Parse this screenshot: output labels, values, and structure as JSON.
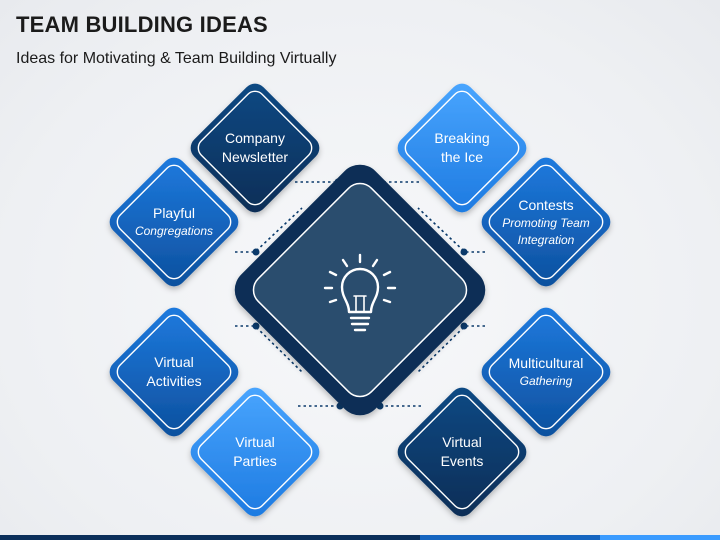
{
  "header": {
    "title": "TEAM BUILDING IDEAS",
    "subtitle": "Ideas for Motivating & Team Building Virtually"
  },
  "center": {
    "icon": "lightbulb-icon"
  },
  "colors": {
    "dark_navy": "#0b3a6b",
    "mid_blue": "#1565c0",
    "bright_blue": "#2f8ff0",
    "center_fill": "#2b4d6e",
    "center_border": "#0a2f57"
  },
  "nodes": [
    {
      "id": "company-newsletter",
      "line1": "Company",
      "line2": "Newsletter",
      "sub": "",
      "tone": "dark"
    },
    {
      "id": "breaking-the-ice",
      "line1": "Breaking",
      "line2": "the Ice",
      "sub": "",
      "tone": "bright"
    },
    {
      "id": "playful",
      "line1": "Playful",
      "line2": "",
      "sub": "Congregations",
      "tone": "mid"
    },
    {
      "id": "contests",
      "line1": "Contests",
      "line2": "",
      "sub": "Promoting Team Integration",
      "tone": "mid"
    },
    {
      "id": "virtual-activities",
      "line1": "Virtual",
      "line2": "Activities",
      "sub": "",
      "tone": "mid"
    },
    {
      "id": "multicultural",
      "line1": "Multicultural",
      "line2": "",
      "sub": "Gathering",
      "tone": "mid"
    },
    {
      "id": "virtual-parties",
      "line1": "Virtual",
      "line2": "Parties",
      "sub": "",
      "tone": "bright"
    },
    {
      "id": "virtual-events",
      "line1": "Virtual",
      "line2": "Events",
      "sub": "",
      "tone": "dark"
    }
  ]
}
